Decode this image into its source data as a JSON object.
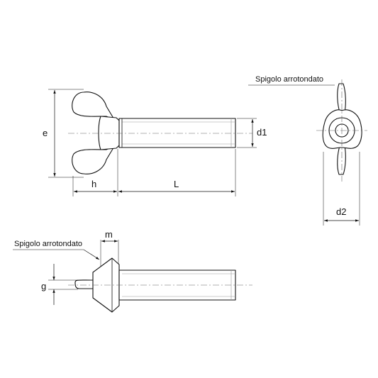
{
  "dimensions": {
    "e": "e",
    "h": "h",
    "L": "L",
    "d1": "d1",
    "d2": "d2",
    "m": "m",
    "g": "g"
  },
  "notes": {
    "rounded_edge_top": "Spigolo arrotondato",
    "rounded_edge_side": "Spigolo arrotondato"
  }
}
